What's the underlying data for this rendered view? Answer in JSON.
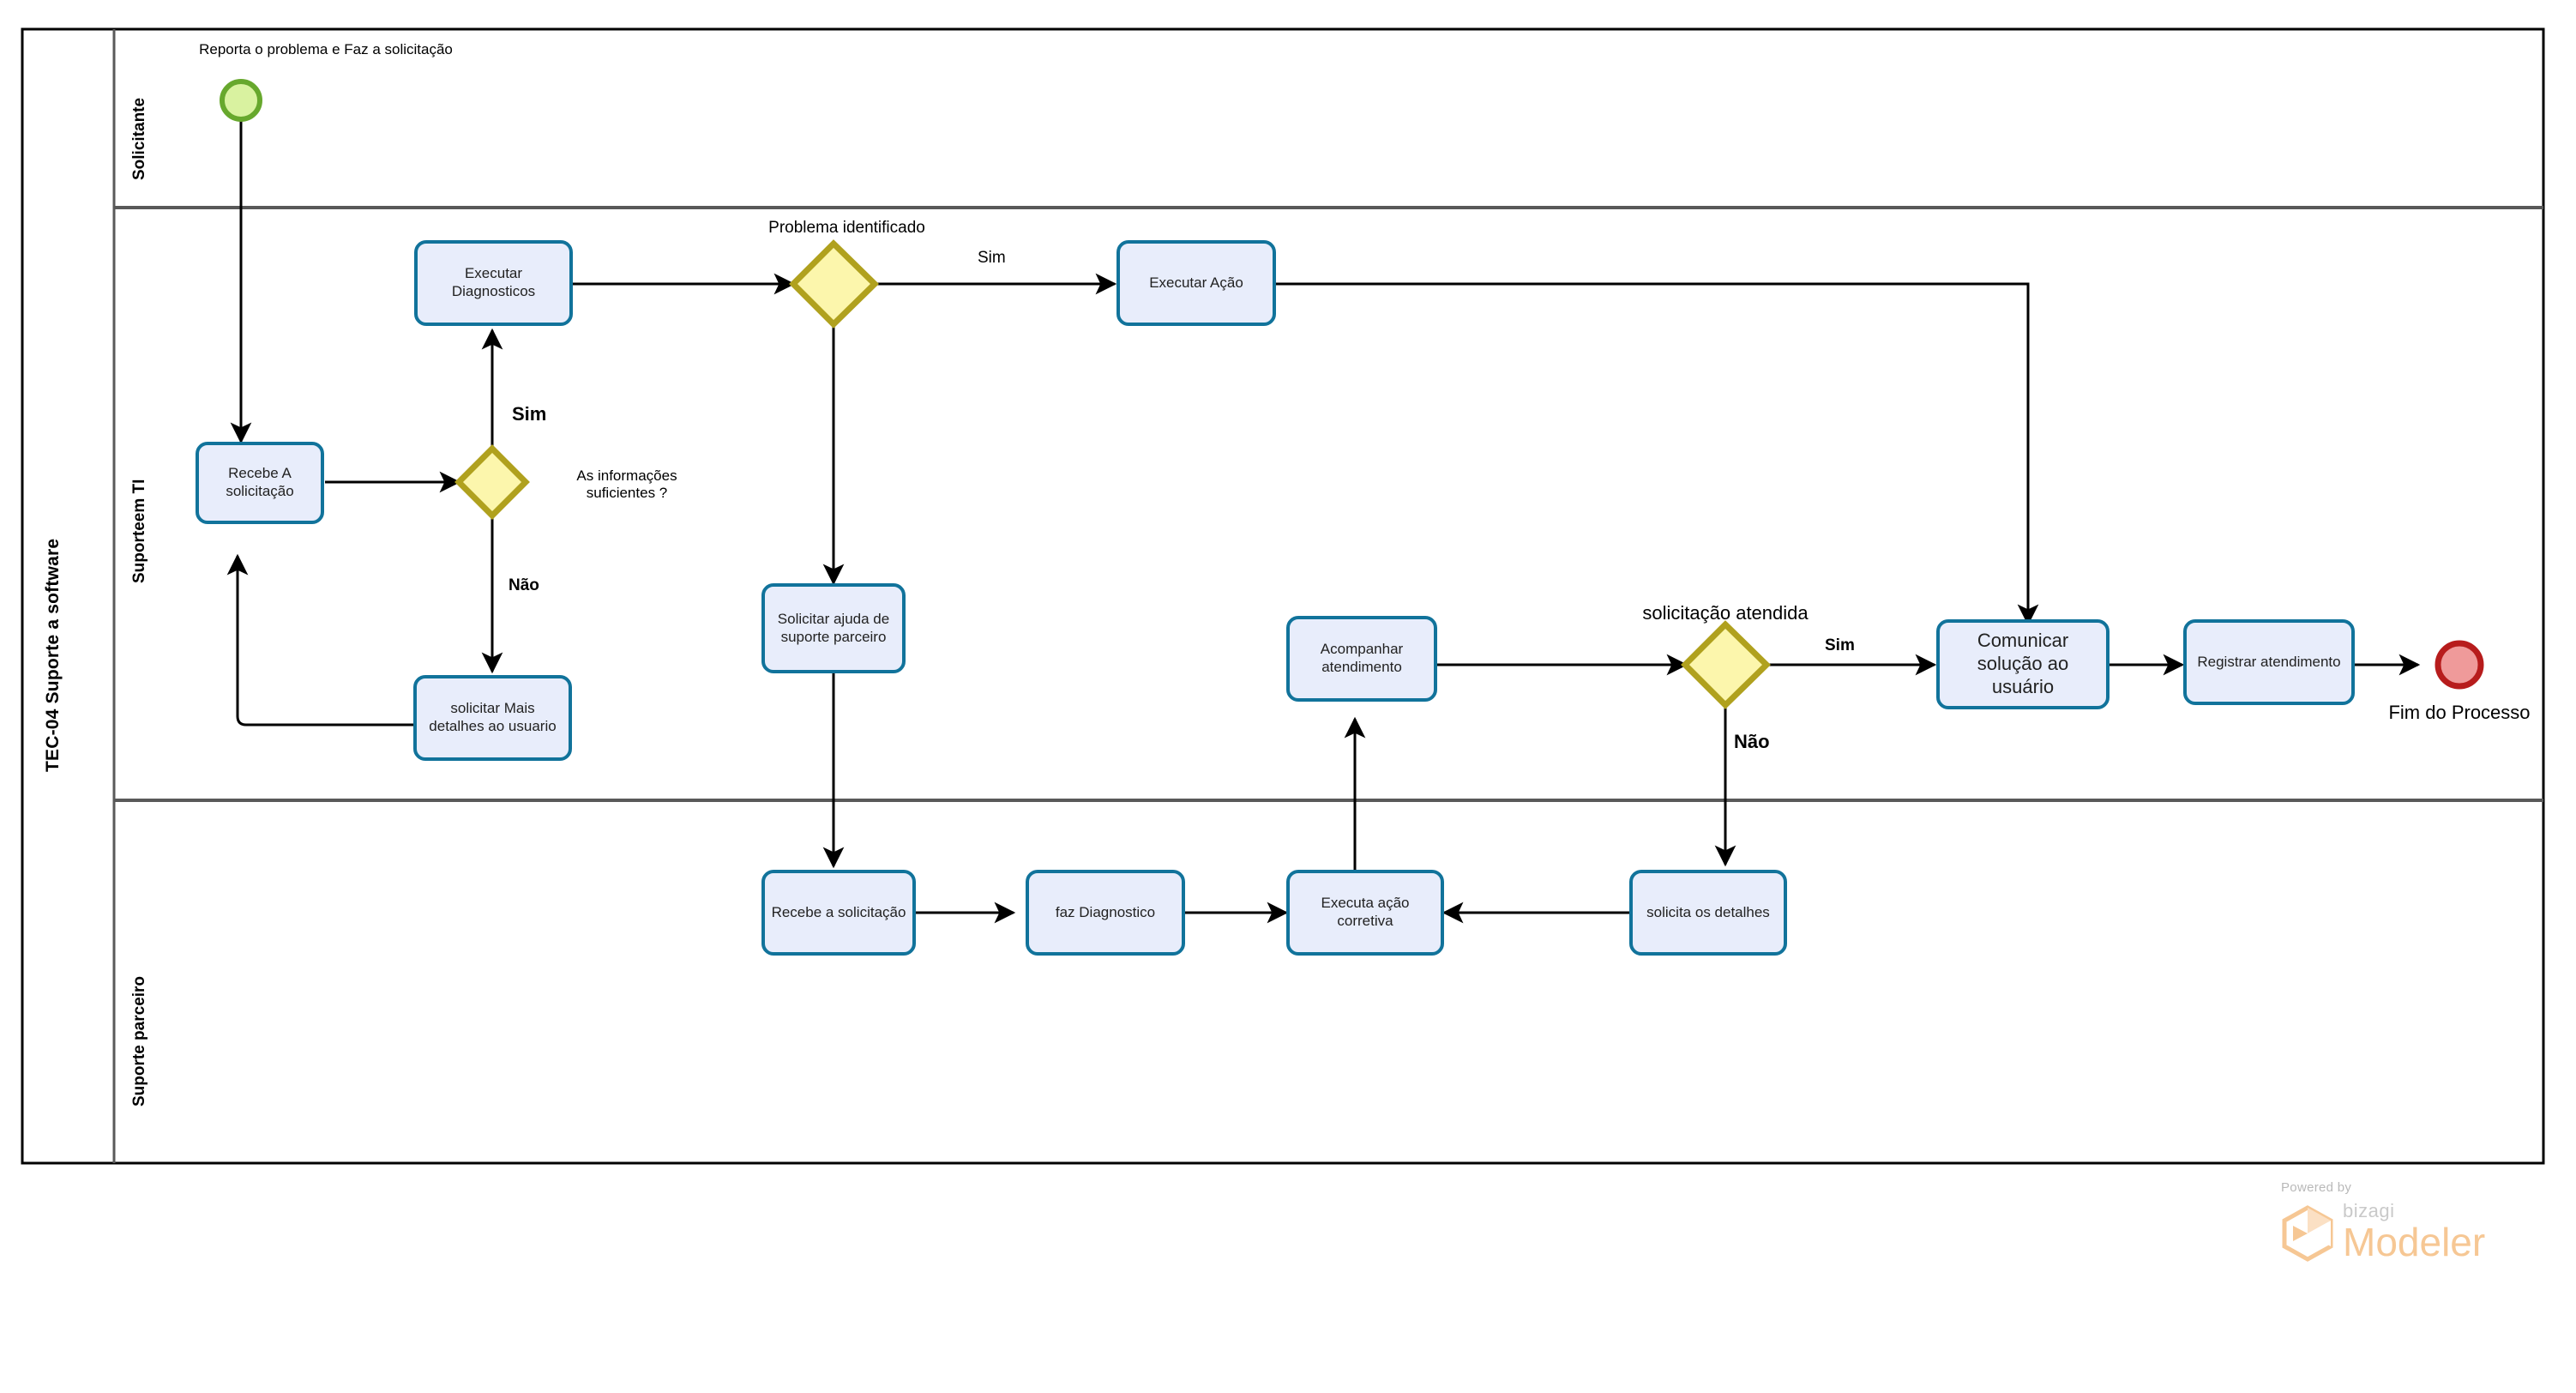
{
  "pool": {
    "title": "TEC-04 Suporte a software",
    "lanes": [
      {
        "name": "Solicitante"
      },
      {
        "name": "Suporteem TI"
      },
      {
        "name": "Suporte parceiro"
      }
    ]
  },
  "events": {
    "start": {
      "label": "Reporta o problema e Faz a solicitação",
      "fill": "#d9f2a0",
      "stroke": "#67a82d"
    },
    "end": {
      "label": "Fim do Processo",
      "fill": "#ef9a9a",
      "stroke": "#b71c1c"
    }
  },
  "tasks": {
    "recebe_solicitacao_ti": "Recebe A solicitação",
    "executar_diagnosticos": "Executar Diagnosticos",
    "solicitar_mais_detalhes": "solicitar Mais detalhes ao usuario",
    "executar_acao": "Executar Ação",
    "solicitar_ajuda_parceiro": "Solicitar ajuda de suporte parceiro",
    "acompanhar_atendimento": "Acompanhar atendimento",
    "comunicar_solucao": "Comunicar solução ao usuário",
    "registrar_atendimento": "Registrar atendimento",
    "recebe_solicitacao_parceiro": "Recebe a solicitação",
    "faz_diagnostico": "faz  Diagnostico",
    "executa_acao_corretiva": "Executa ação corretiva",
    "solicita_os_detalhes": "solicita os detalhes"
  },
  "gateways": {
    "informacoes_suficientes": "As informações suficientes ?",
    "problema_identificado": "Problema identificado",
    "solicitacao_atendida": "solicitação atendida",
    "fill": "#fcf6ac",
    "stroke": "#b0a11e"
  },
  "flow_labels": {
    "gw1_sim": "Sim",
    "gw1_nao": "Não",
    "gw2_sim": "Sim",
    "gw3_sim": "Sim",
    "gw3_nao": "Não"
  },
  "watermark": {
    "powered_by": "Powered by",
    "brand": "bizagi",
    "product": "Modeler"
  },
  "colors": {
    "task_fill": "#e8edfb",
    "task_stroke": "#11739b",
    "gateway_fill": "#fcf6ac",
    "gateway_stroke": "#b0a11e",
    "start_fill": "#d9f2a0",
    "start_stroke": "#67a82d",
    "end_fill": "#ef9a9a",
    "end_stroke": "#b71c1c",
    "lane_border": "#595959",
    "connector": "#000000"
  }
}
